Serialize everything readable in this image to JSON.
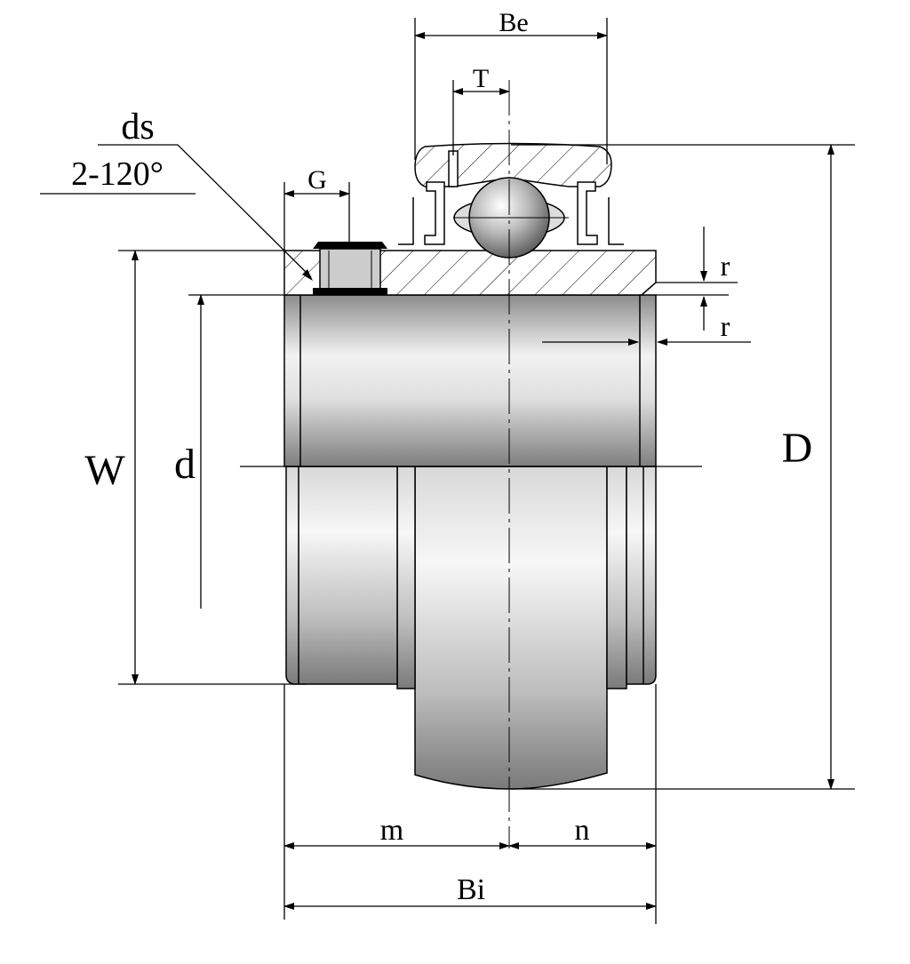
{
  "title": "Insert bearing with set screws - dimension drawing",
  "labels": {
    "Be": "Be",
    "T": "T",
    "ds": "ds",
    "ds_spec": "2-120°",
    "G": "G",
    "r_top": "r",
    "r_side": "r",
    "D": "D",
    "W": "W",
    "d": "d",
    "m": "m",
    "n": "n",
    "Bi": "Bi"
  },
  "colors": {
    "line": "#000000",
    "metal_light": "#f4f4f4",
    "metal_dark": "#8a8a8a"
  }
}
